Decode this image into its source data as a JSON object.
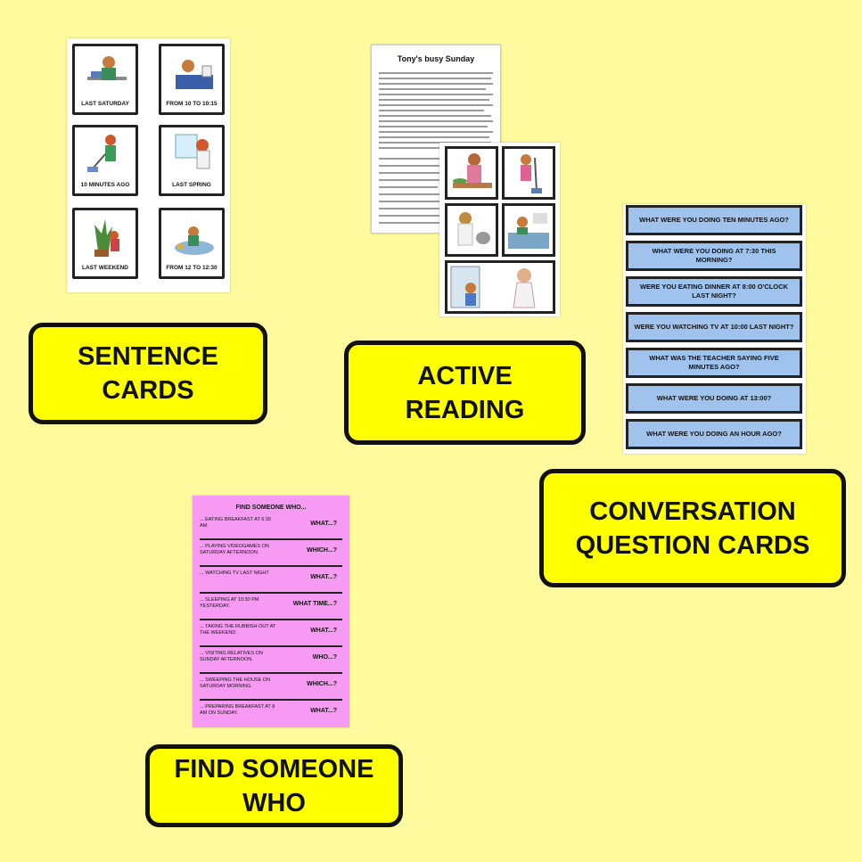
{
  "labels": {
    "sentence_cards": "SENTENCE\nCARDS",
    "active_reading": "ACTIVE\nREADING",
    "conversation_cards": "CONVERSATION\nQUESTION CARDS",
    "find_someone_who": "FIND SOMEONE\nWHO"
  },
  "sentence_cards": [
    {
      "caption": "LAST SATURDAY",
      "icon": "boy-at-desk-icon"
    },
    {
      "caption": "FROM 10 TO 10:15",
      "icon": "boy-in-bed-icon"
    },
    {
      "caption": "10 MINUTES AGO",
      "icon": "girl-vacuuming-icon"
    },
    {
      "caption": "LAST SPRING",
      "icon": "girl-cleaning-window-icon"
    },
    {
      "caption": "LAST WEEKEND",
      "icon": "kids-with-plant-icon"
    },
    {
      "caption": "FROM 12 TO 12:30",
      "icon": "boy-on-floor-icon"
    }
  ],
  "active_reading": {
    "title": "Tony's busy Sunday"
  },
  "conversation_cards": [
    "WHAT WERE YOU DOING TEN MINUTES AGO?",
    "WHAT WERE YOU DOING AT 7:30 THIS MORNING?",
    "WERE YOU EATING DINNER AT 8:00 O'CLOCK LAST NIGHT?",
    "WERE YOU WATCHING TV AT 10:00 LAST NIGHT?",
    "WHAT WAS THE TEACHER SAYING FIVE MINUTES AGO?",
    "WHAT WERE YOU DOING AT 13:00?",
    "WHAT WERE YOU DOING AN HOUR AGO?"
  ],
  "find_someone_who": {
    "title": "FIND SOMEONE WHO...",
    "rows": [
      {
        "prompt": "... EATING BREAKFAST AT 6:30 AM.",
        "question": "WHAT...?"
      },
      {
        "prompt": "... PLAYING VIDEOGAMES ON SATURDAY AFTERNOON.",
        "question": "WHICH...?"
      },
      {
        "prompt": "... WATCHING TV LAST NIGHT",
        "question": "WHAT...?"
      },
      {
        "prompt": "... SLEEPING AT 10:30 PM YESTERDAY.",
        "question": "WHAT TIME...?"
      },
      {
        "prompt": "... TAKING THE RUBBISH OUT AT THE WEEKEND.",
        "question": "WHAT...?"
      },
      {
        "prompt": "... VISITING RELATIVES ON SUNDAY AFTERNOON.",
        "question": "WHO...?"
      },
      {
        "prompt": "... SWEEPING THE HOUSE ON SATURDAY MORNING.",
        "question": "WHICH...?"
      },
      {
        "prompt": "... PREPARING BREAKFAST AT 8 AM ON SUNDAY.",
        "question": "WHAT...?"
      }
    ]
  },
  "colors": {
    "background": "#fefa9d",
    "label": "#ffff00",
    "question_card": "#9fc3ec",
    "find_someone": "#f79af4"
  }
}
